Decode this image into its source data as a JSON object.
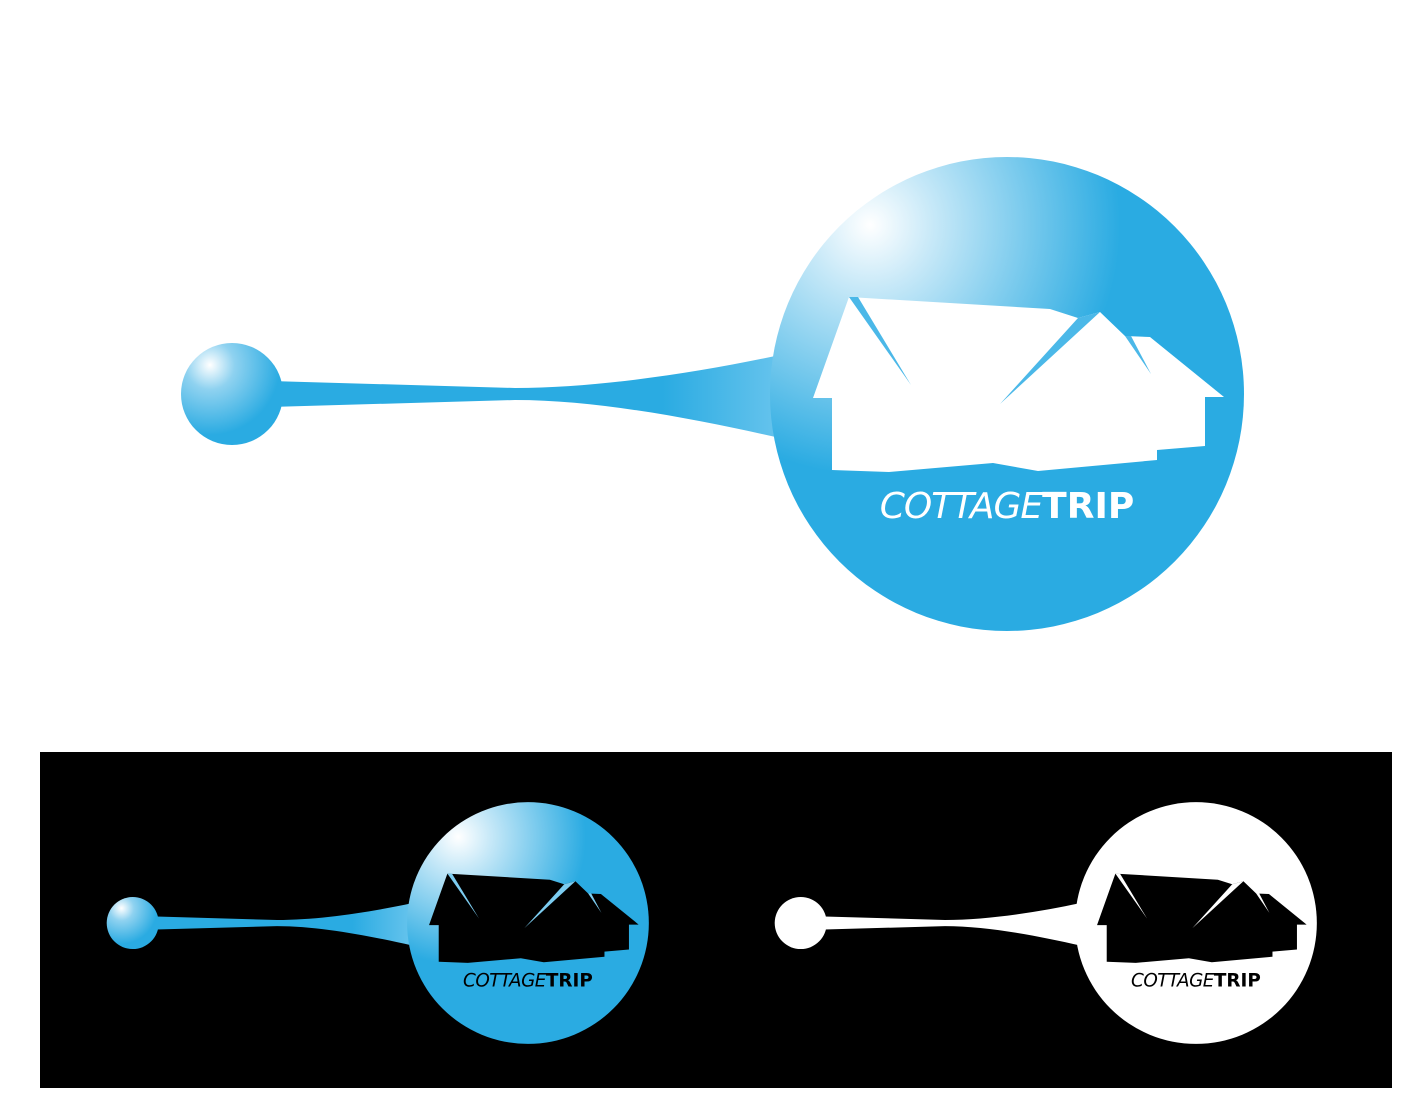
{
  "logo": {
    "word_light": "COTTAGE",
    "word_bold": "TRIP"
  },
  "colors": {
    "brand_blue": "#2aabe2",
    "highlight": "#ffffff",
    "panel": "#000000"
  },
  "variants": [
    "full-color-on-white",
    "color-on-black",
    "white-on-black"
  ]
}
